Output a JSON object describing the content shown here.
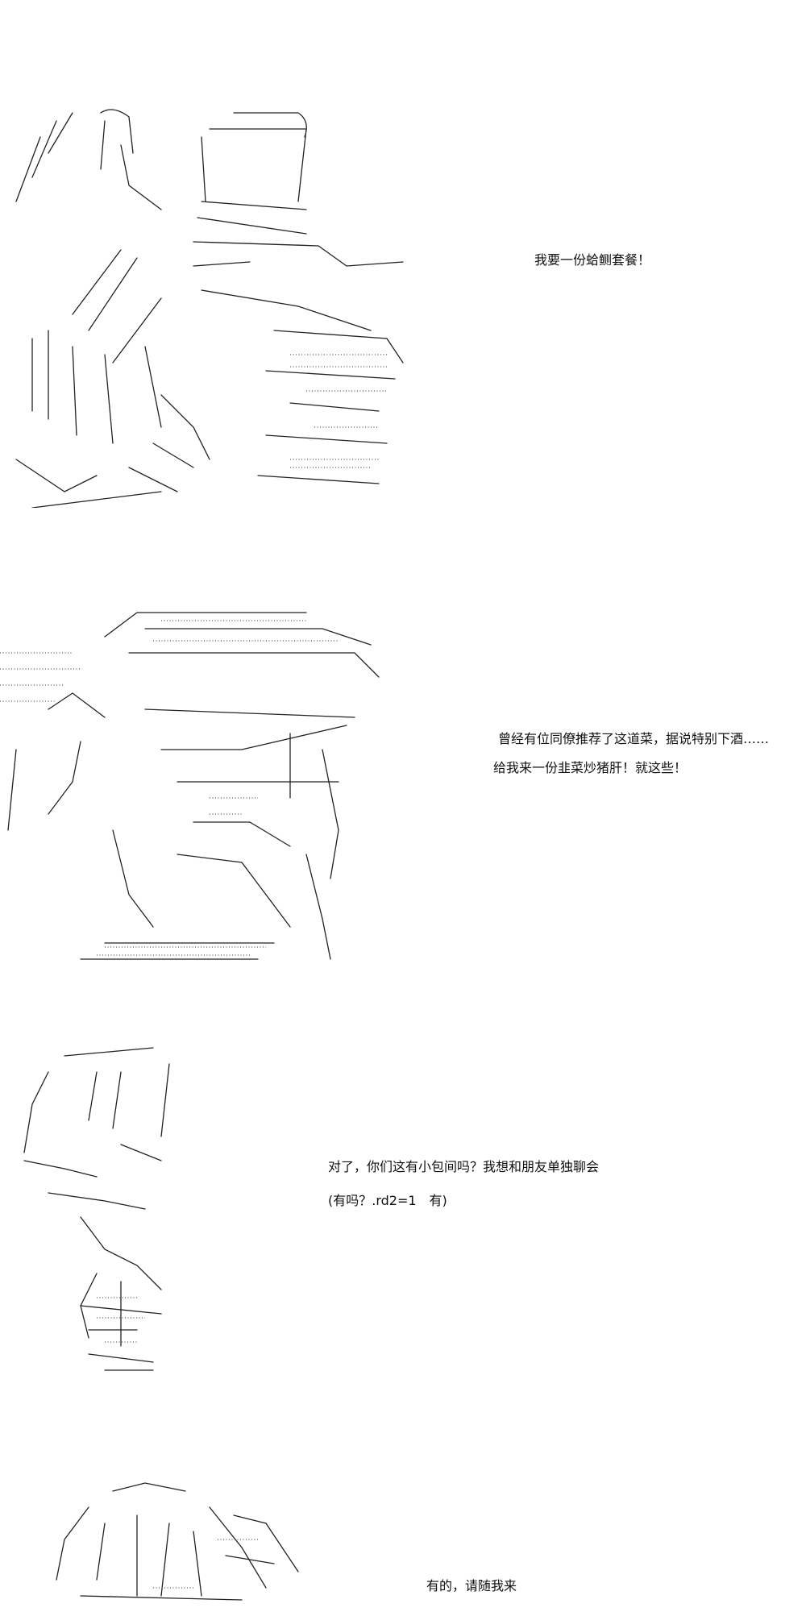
{
  "panels": [
    {
      "id": "panel-1",
      "lines": [
        "我要一份蛤鲗套餐！"
      ]
    },
    {
      "id": "panel-2",
      "lines": [
        "曾经有位同僚推荐了这道菜，据说特别下酒……",
        "给我来一份韭菜炒猪肝！就这些！"
      ]
    },
    {
      "id": "panel-3",
      "lines": [
        "对了，你们这有小包间吗？我想和朋友单独聊会",
        "(有吗？.rd2=1　有)"
      ]
    },
    {
      "id": "panel-4",
      "lines": [
        "有的，请随我来"
      ]
    }
  ]
}
